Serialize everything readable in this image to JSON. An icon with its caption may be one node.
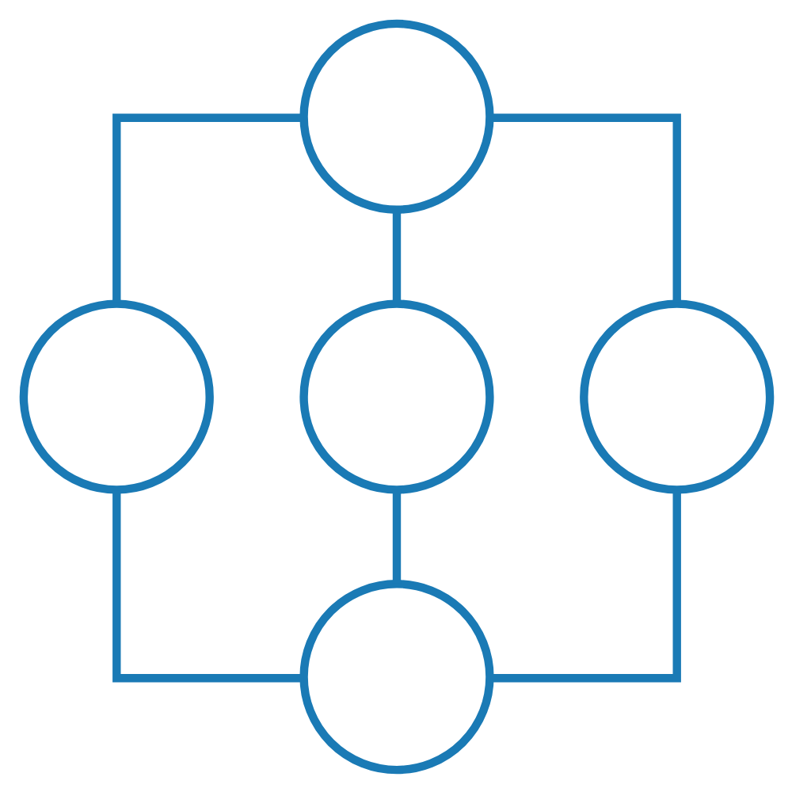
{
  "diagram": {
    "nodes": [
      {
        "text": [],
        "shape": "circle"
      },
      {
        "text": [],
        "shape": "circle"
      },
      {
        "text": [],
        "shape": "circle"
      },
      {
        "text": [],
        "shape": "circle"
      },
      {
        "text": [],
        "shape": "circle"
      }
    ],
    "edges": [
      {
        "from": 0,
        "to": 1,
        "arrow": "none"
      },
      {
        "from": 0,
        "to": 2,
        "arrow": "none"
      },
      {
        "from": 0,
        "to": 3,
        "arrow": "none"
      },
      {
        "from": 1,
        "to": 4,
        "arrow": "none"
      },
      {
        "from": 2,
        "to": 4,
        "arrow": "none"
      },
      {
        "from": 3,
        "to": 4,
        "arrow": "none"
      }
    ]
  }
}
